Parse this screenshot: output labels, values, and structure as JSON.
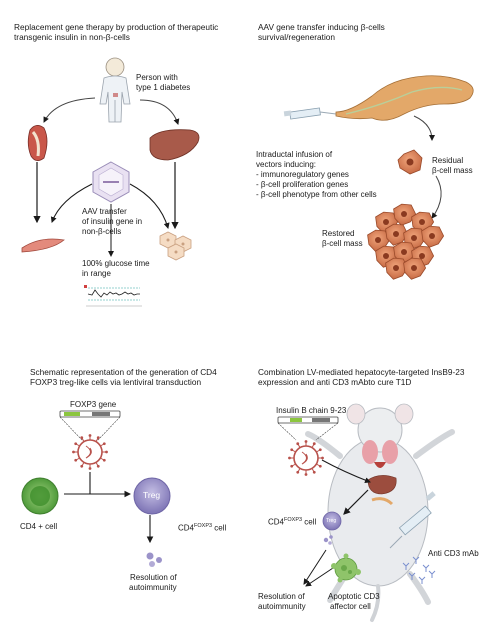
{
  "panels": {
    "p1": {
      "title_line1": "Replacement gene therapy by production of therapeutic",
      "title_line2": "transgenic insulin in non-β-cells",
      "person_line1": "Person with",
      "person_line2": "type 1 diabetes",
      "aav_line1": "AAV transfer",
      "aav_line2": "of insulin gene in",
      "aav_line3": "non-β-cells",
      "glucose_line1": "100% glucose time",
      "glucose_line2": "in range"
    },
    "p2": {
      "title_line1": "AAV gene transfer inducing β-cells",
      "title_line2": "survival/regeneration",
      "infusion_lines": [
        "Intraductal infusion of",
        "vectors inducing:",
        "- immunoregulatory genes",
        "- β-cell proliferation genes",
        "- β-cell phenotype from other cells"
      ],
      "residual_line1": "Residual",
      "residual_line2": "β-cell mass",
      "restored_line1": "Restored",
      "restored_line2": "β-cell mass"
    },
    "p3": {
      "title_line1": "Schematic representation of the generation of CD4",
      "title_line2": "FOXP3 treg-like cells via lentiviral transduction",
      "gene_label": "FOXP3 gene",
      "cd4_label": "CD4 + cell",
      "treg_text": "Treg",
      "cd4foxp3_prefix": "CD4",
      "cd4foxp3_sup": "FOXP3",
      "cd4foxp3_suffix": " cell",
      "resolution_line1": "Resolution of",
      "resolution_line2": "autoimmunity"
    },
    "p4": {
      "title_line1": "Combination LV-mediated hepatocyte-targeted InsB9-23",
      "title_line2": "expression and anti CD3 mAbto cure T1D",
      "insulin_label": "Insulin B chain 9-23",
      "cd4_prefix": "CD4",
      "cd4_sup": "FOXP3",
      "cd4_suffix": " cell",
      "treg_text": "Treg",
      "anti_cd3": "Anti CD3 mAb",
      "resolution_line1": "Resolution of",
      "resolution_line2": "autoimmunity",
      "apoptotic_line1": "Apoptotic CD3",
      "apoptotic_line2": "affector cell"
    }
  },
  "colors": {
    "cell_green": "#6cae4e",
    "treg_purple": "#9b93c9",
    "liver": "#a85a4a",
    "beta_cell": "#d8845c",
    "pancreas": "#e3a869",
    "vector_ring": "#b8514b",
    "gene_green": "#8cc63f"
  }
}
